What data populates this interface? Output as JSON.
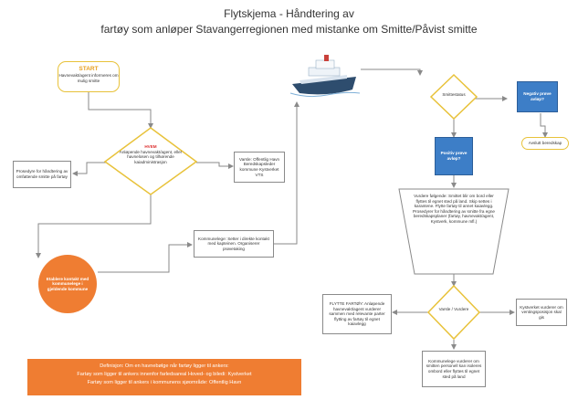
{
  "title_line1": "Flytskjema - Håndtering av",
  "title_line2": "fartøy som anløper Stavangerregionen med mistanke om Smitte/Påvist smitte",
  "start": {
    "title": "START",
    "text": "Havnevakt/agent informeres om mulig smitte"
  },
  "diamond_left": {
    "title": "HVEM",
    "text": "Anløpende havnevakt/agent, eller havnelosen og tilhørende kaiadministrasjon"
  },
  "procedure_box": "Prosedyre for håndtering av omfattende smitte på fartøy",
  "notify_box": "Varsle: Offentlig Havn Beredskapsleder kommune Kystverket VTS",
  "orange_circle": "Etablere kontakt med kommunelege i gjeldende kommune",
  "kommunelege_box": "Kommunelege: Setter i direkte kontakt med kapteinen. Organiserer prøvetaking",
  "diamond_right_top": "Smittestatus",
  "negative_box": "Negativ prøve avløp?",
  "avslutt_oval": "Avslutt beredskap",
  "positive_box": "Positiv prøve avløp?",
  "trapezoid": "Vurdere følgende: Smittet blir om bord eller flyttes til egnet sted på land. Skip settes i karantene. Flytte fartøy til annet kaiavlegg. Prosedyrer for håndtering av smitte fra egne beredskapsplaner (fartøy, havnevakt/agent, Kystverk, kommune mfl.)",
  "flytte_box": "FLYTTE FARTØY: Anløpende havnevakt/agent vurderer sammen med relevante parter flytting av fartøy til egnet kaiavlegg",
  "diamond_bottom": "Varsle / Vurdere",
  "kystverket_box": "Kystverket vurderer om ventingsposisjon skal gis",
  "bottom_box": "Kommunelege vurderer om smitten personell kan isoleres ombord eller flyttes til egnet sted på land",
  "definition": {
    "line1": "Definisjon: Om en havnebølge når fartøy ligger til ankers:",
    "line2": "Fartøy som ligger til ankers innenfor farledsareal Hoved- og biledi: Kystverket",
    "line3": "Fartøy som ligger til ankers i kommunens sjøområde: Offentlig Havn"
  },
  "colors": {
    "orange": "#ef7d32",
    "blue": "#3d7ec7",
    "yellow": "#e8c23a",
    "arrow": "#8a8a8a"
  },
  "icons": {
    "ship": "ship-icon"
  }
}
